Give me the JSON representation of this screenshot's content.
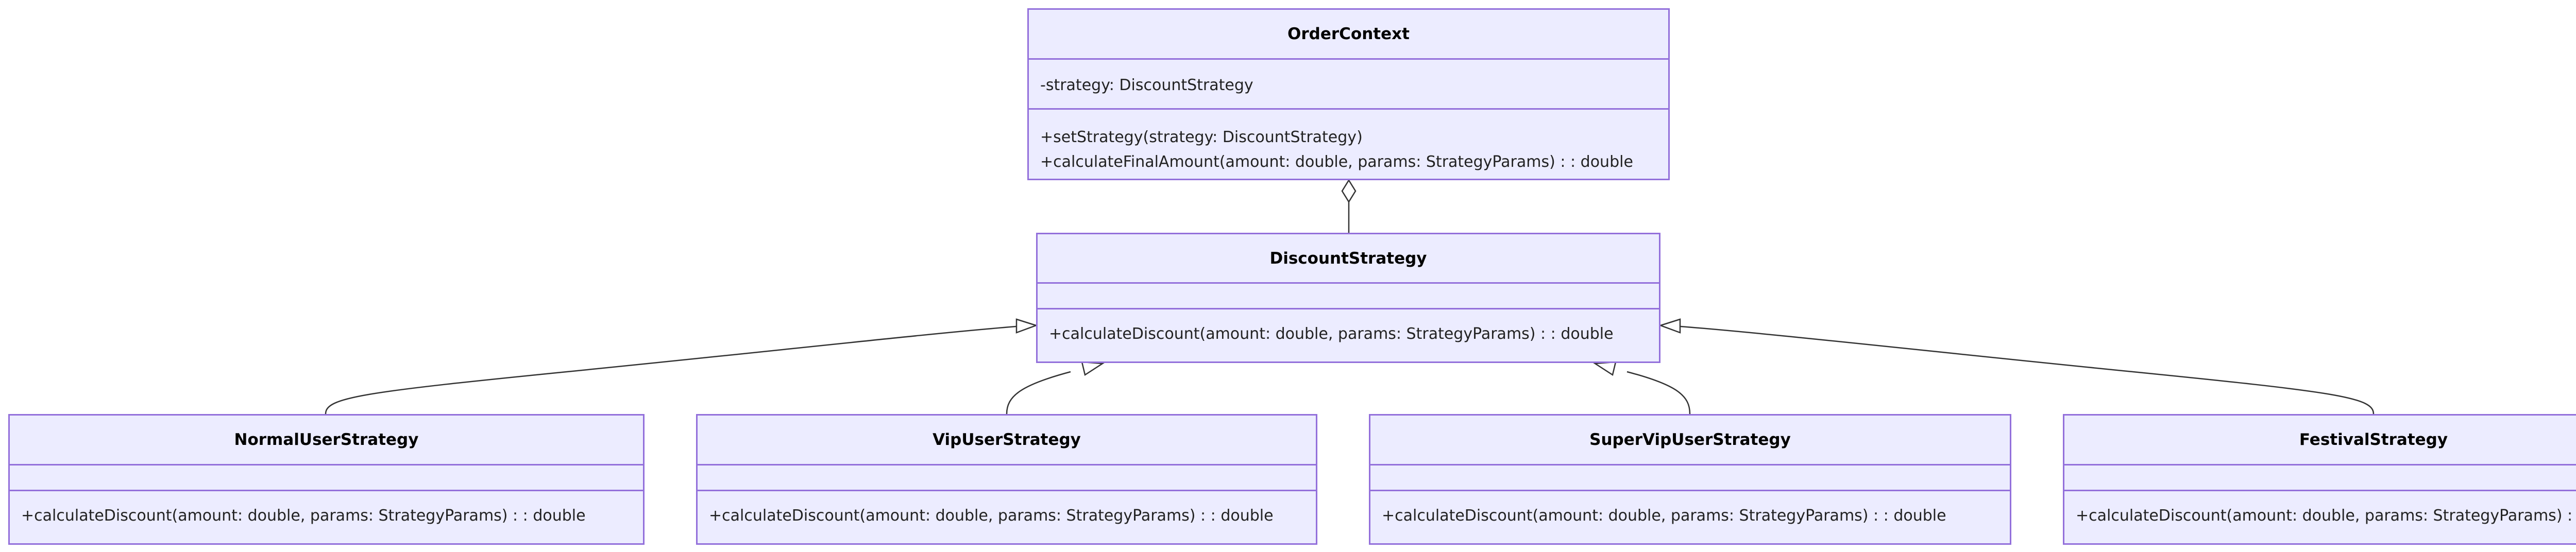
{
  "diagram_type": "UML class diagram",
  "classes": {
    "order_context": {
      "name": "OrderContext",
      "attributes": [
        "-strategy: DiscountStrategy"
      ],
      "methods": [
        "+setStrategy(strategy: DiscountStrategy)",
        "+calculateFinalAmount(amount: double, params: StrategyParams) : : double"
      ]
    },
    "discount_strategy": {
      "name": "DiscountStrategy",
      "methods": [
        "+calculateDiscount(amount: double, params: StrategyParams) : : double"
      ]
    },
    "normal_user_strategy": {
      "name": "NormalUserStrategy",
      "methods": [
        "+calculateDiscount(amount: double, params: StrategyParams) : : double"
      ]
    },
    "vip_user_strategy": {
      "name": "VipUserStrategy",
      "methods": [
        "+calculateDiscount(amount: double, params: StrategyParams) : : double"
      ]
    },
    "super_vip_user_strategy": {
      "name": "SuperVipUserStrategy",
      "methods": [
        "+calculateDiscount(amount: double, params: StrategyParams) : : double"
      ]
    },
    "festival_strategy": {
      "name": "FestivalStrategy",
      "methods": [
        "+calculateDiscount(amount: double, params: StrategyParams) : : double"
      ]
    }
  },
  "relationships": [
    {
      "type": "aggregation",
      "from": "OrderContext",
      "to": "DiscountStrategy"
    },
    {
      "type": "inheritance",
      "from": "NormalUserStrategy",
      "to": "DiscountStrategy"
    },
    {
      "type": "inheritance",
      "from": "VipUserStrategy",
      "to": "DiscountStrategy"
    },
    {
      "type": "inheritance",
      "from": "SuperVipUserStrategy",
      "to": "DiscountStrategy"
    },
    {
      "type": "inheritance",
      "from": "FestivalStrategy",
      "to": "DiscountStrategy"
    }
  ],
  "colors": {
    "class_fill": "#ececff",
    "class_border": "#9370db",
    "edge": "#333333"
  }
}
